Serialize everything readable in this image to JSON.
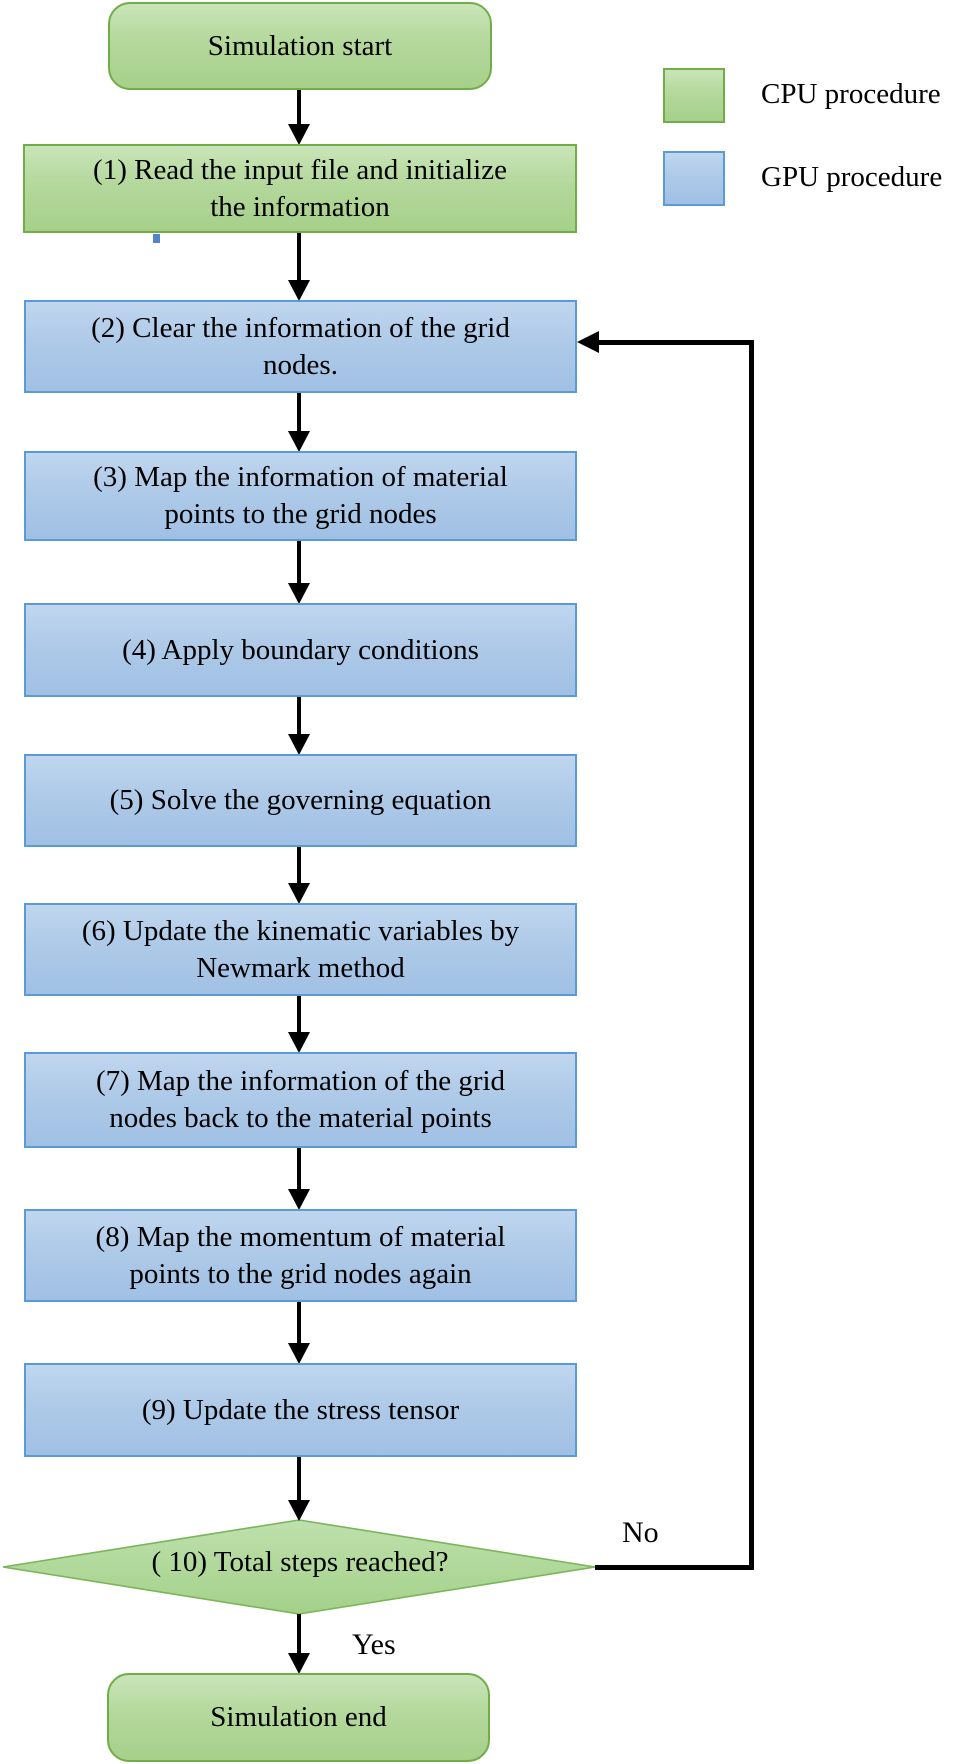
{
  "diagram": {
    "nodes": [
      {
        "id": "start",
        "shape": "rounded",
        "type": "cpu",
        "label": "Simulation start"
      },
      {
        "id": "step-1",
        "shape": "rect",
        "type": "cpu",
        "label": "(1) Read the input file and initialize\nthe information"
      },
      {
        "id": "step-2",
        "shape": "rect",
        "type": "gpu",
        "label": "(2) Clear the information of the grid\nnodes."
      },
      {
        "id": "step-3",
        "shape": "rect",
        "type": "gpu",
        "label": "(3) Map the information of material\npoints to the grid nodes"
      },
      {
        "id": "step-4",
        "shape": "rect",
        "type": "gpu",
        "label": "(4) Apply boundary conditions"
      },
      {
        "id": "step-5",
        "shape": "rect",
        "type": "gpu",
        "label": "(5) Solve the governing equation"
      },
      {
        "id": "step-6",
        "shape": "rect",
        "type": "gpu",
        "label": "(6) Update the kinematic variables by\nNewmark method"
      },
      {
        "id": "step-7",
        "shape": "rect",
        "type": "gpu",
        "label": "(7) Map the information of the grid\nnodes back to the material points"
      },
      {
        "id": "step-8",
        "shape": "rect",
        "type": "gpu",
        "label": "(8) Map the momentum of material\npoints to the grid nodes again"
      },
      {
        "id": "step-9",
        "shape": "rect",
        "type": "gpu",
        "label": "(9) Update the stress tensor"
      },
      {
        "id": "decision-10",
        "shape": "diamond",
        "type": "cpu",
        "label": "( 10) Total steps reached?"
      },
      {
        "id": "end",
        "shape": "rounded",
        "type": "cpu",
        "label": "Simulation end"
      }
    ],
    "branch_labels": {
      "yes": "Yes",
      "no": "No"
    },
    "legend": [
      {
        "label": "CPU procedure",
        "swatch_color": "#a9d18e",
        "border_color": "#70ad47"
      },
      {
        "label": "GPU procedure",
        "swatch_color": "#9dc3e6",
        "border_color": "#5b9bd5"
      }
    ],
    "colors": {
      "cpu_fill": "#a9d18e",
      "cpu_border": "#70ad47",
      "gpu_fill": "#9dc3e6",
      "gpu_border": "#5b9bd5",
      "arrow": "#000000",
      "text": "#000000",
      "background": "#ffffff"
    }
  }
}
